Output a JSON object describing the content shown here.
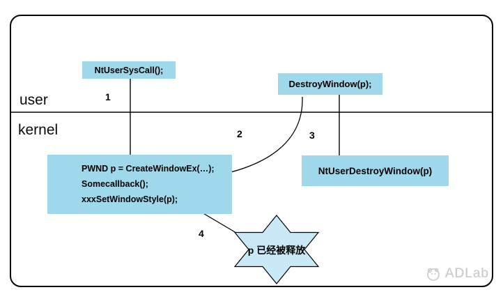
{
  "diagram": {
    "zones": {
      "user_label": "user",
      "kernel_label": "kernel"
    },
    "nodes": {
      "nt_user_sys_call": "NtUserSysCall();",
      "destroy_window": "DestroyWindow(p);",
      "nt_user_destroy_window": "NtUserDestroyWindow(p)",
      "create_window_block": [
        "PWND p = CreateWindowEx(…);",
        "Somecallback();",
        "xxxSetWindowStyle(p);"
      ]
    },
    "step_numbers": {
      "one": "1",
      "two": "2",
      "three": "3",
      "four": "4"
    },
    "burst": {
      "label": "p 已经被释放"
    },
    "watermark": {
      "brand": "ADLab"
    },
    "colors": {
      "node_fill": "#9fd8ea",
      "burst_fill": "#c8e9f5",
      "line": "#000000",
      "watermark_gray": "#c9c9c9"
    }
  }
}
